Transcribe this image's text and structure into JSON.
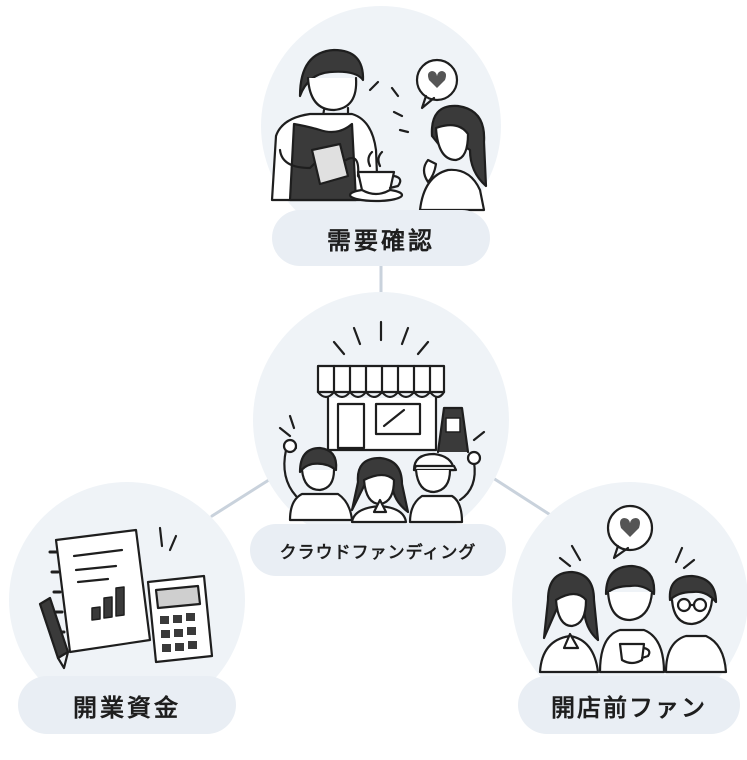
{
  "nodes": {
    "top": {
      "label": "需要確認"
    },
    "center": {
      "label": "クラウドファンディング"
    },
    "left": {
      "label": "開業資金"
    },
    "right": {
      "label": "開店前ファン"
    }
  },
  "colors": {
    "bubble": "#eff3f7",
    "pill": "#e9eef4",
    "connector": "#c9d2dc",
    "ink": "#1e1e1e",
    "dark_fill": "#3a3a3a",
    "heart": "#555555"
  },
  "icons": {
    "top": [
      "barista-icon",
      "coffee-cup-icon",
      "customer-icon",
      "heart-speech-icon"
    ],
    "center": [
      "storefront-icon",
      "signboard-icon",
      "crowd-icon"
    ],
    "left": [
      "notebook-chart-icon",
      "pen-icon",
      "calculator-icon"
    ],
    "right": [
      "fans-group-icon",
      "heart-speech-icon",
      "coffee-cup-icon"
    ]
  }
}
